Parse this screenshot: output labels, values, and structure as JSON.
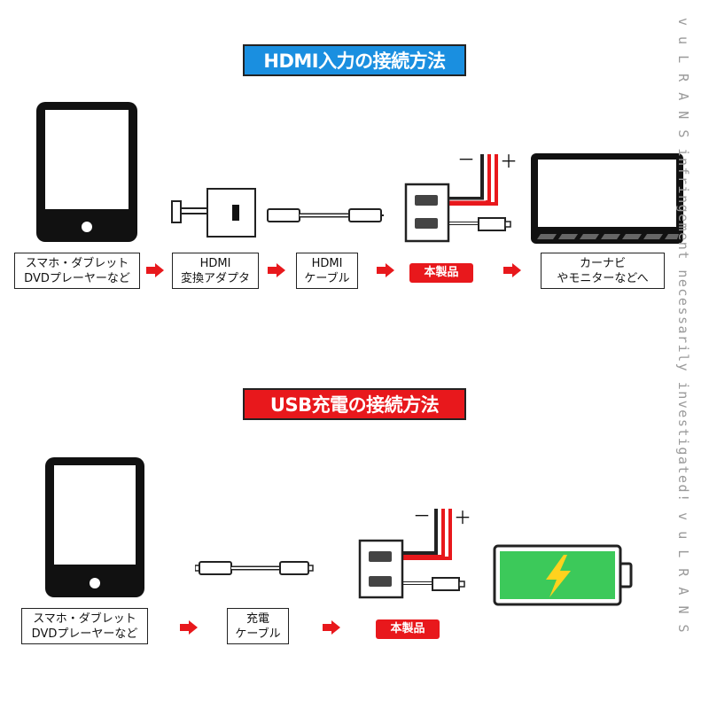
{
  "hdmi": {
    "title": "HDMI入力の接続方法",
    "title_color": "#1a8fe0",
    "steps": [
      {
        "lines": [
          "スマホ・ダブレット",
          "DVDプレーヤーなど"
        ]
      },
      {
        "lines": [
          "HDMI",
          "変換アダプタ"
        ]
      },
      {
        "lines": [
          "HDMI",
          "ケーブル"
        ]
      },
      {
        "badge": "本製品"
      },
      {
        "lines": [
          "カーナビ",
          "やモニターなどへ"
        ]
      }
    ],
    "minus": "－",
    "plus": "＋"
  },
  "usb": {
    "title": "USB充電の接続方法",
    "title_color": "#e8181c",
    "steps": [
      {
        "lines": [
          "スマホ・ダブレット",
          "DVDプレーヤーなど"
        ]
      },
      {
        "lines": [
          "充電",
          "ケーブル"
        ]
      },
      {
        "badge": "本製品"
      }
    ],
    "minus": "－",
    "plus": "＋"
  },
  "colors": {
    "arrow": "#e8181c",
    "battery_fill": "#3cc95a",
    "bolt": "#ffd21e",
    "device": "#111111"
  },
  "watermark": {
    "text": "v u L R A N S  infringement necessarily investigated!  v u L R A N S"
  }
}
